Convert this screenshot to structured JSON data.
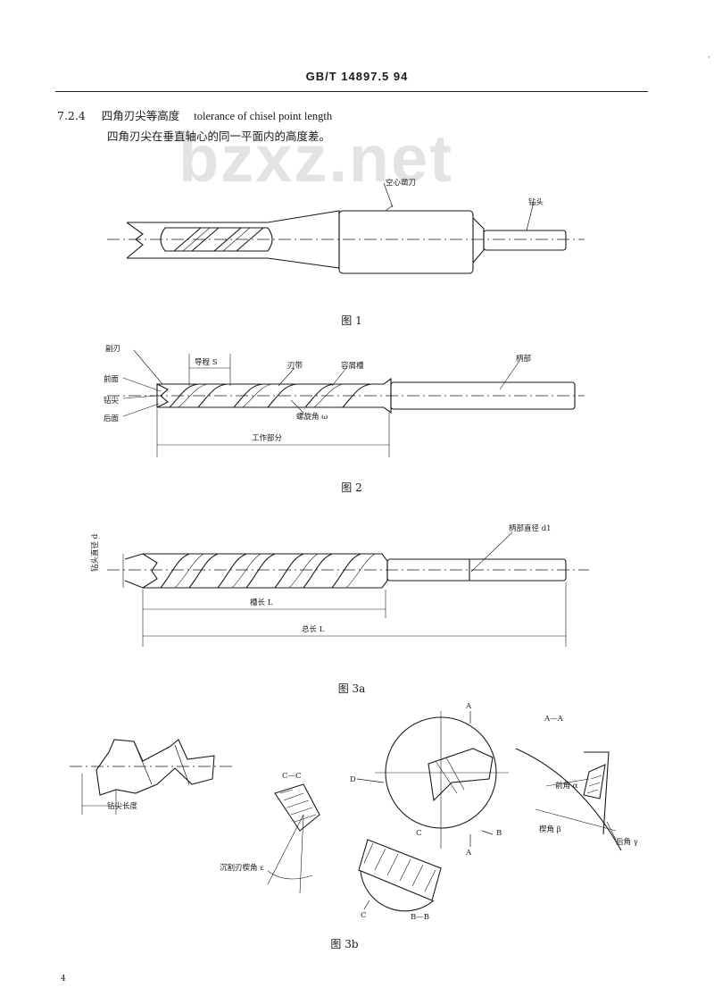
{
  "header": {
    "standard": "GB/T 14897.5 94"
  },
  "clause": {
    "number": "7.2.4",
    "title_cn": "四角刃尖等高度",
    "title_en": "tolerance of chisel point length",
    "definition": "四角刃尖在垂直轴心的同一平面内的高度差。"
  },
  "watermark": "bzxz.net",
  "fig1": {
    "caption": "图 1",
    "labels": {
      "chisel": "空心凿刀",
      "bit": "钻头"
    }
  },
  "fig2": {
    "caption": "图 2",
    "labels": {
      "secondary_edge": "副刃",
      "rake_face": "前面",
      "drill_point": "钻尖",
      "flank": "后面",
      "lead": "导程 S",
      "land": "刃带",
      "flute": "容屑槽",
      "helix_angle": "螺旋角 ω",
      "shank": "柄部",
      "working_part": "工作部分"
    }
  },
  "fig3a": {
    "caption": "图 3a",
    "labels": {
      "outer_dia": "钻头直径 d",
      "shank_dia": "柄部直径 d1",
      "groove_length": "槽长 L",
      "total_length": "总长 L"
    }
  },
  "fig3b": {
    "caption": "图 3b",
    "labels": {
      "tip_length": "钻尖长度",
      "section_cc": "C—C",
      "edge_angle": "沉割刃楔角 ε",
      "arrow_a_top": "A",
      "arrow_a_bottom": "A",
      "arrow_d": "D",
      "arrow_b": "B",
      "arrow_c_top": "C",
      "arrow_c_bottom": "C",
      "section_bb": "B—B",
      "section_aa": "A—A",
      "rake_angle": "前角 α",
      "wedge_angle": "楔角 β",
      "clearance_angle": "后角 γ"
    }
  },
  "footer": {
    "page": "4"
  }
}
